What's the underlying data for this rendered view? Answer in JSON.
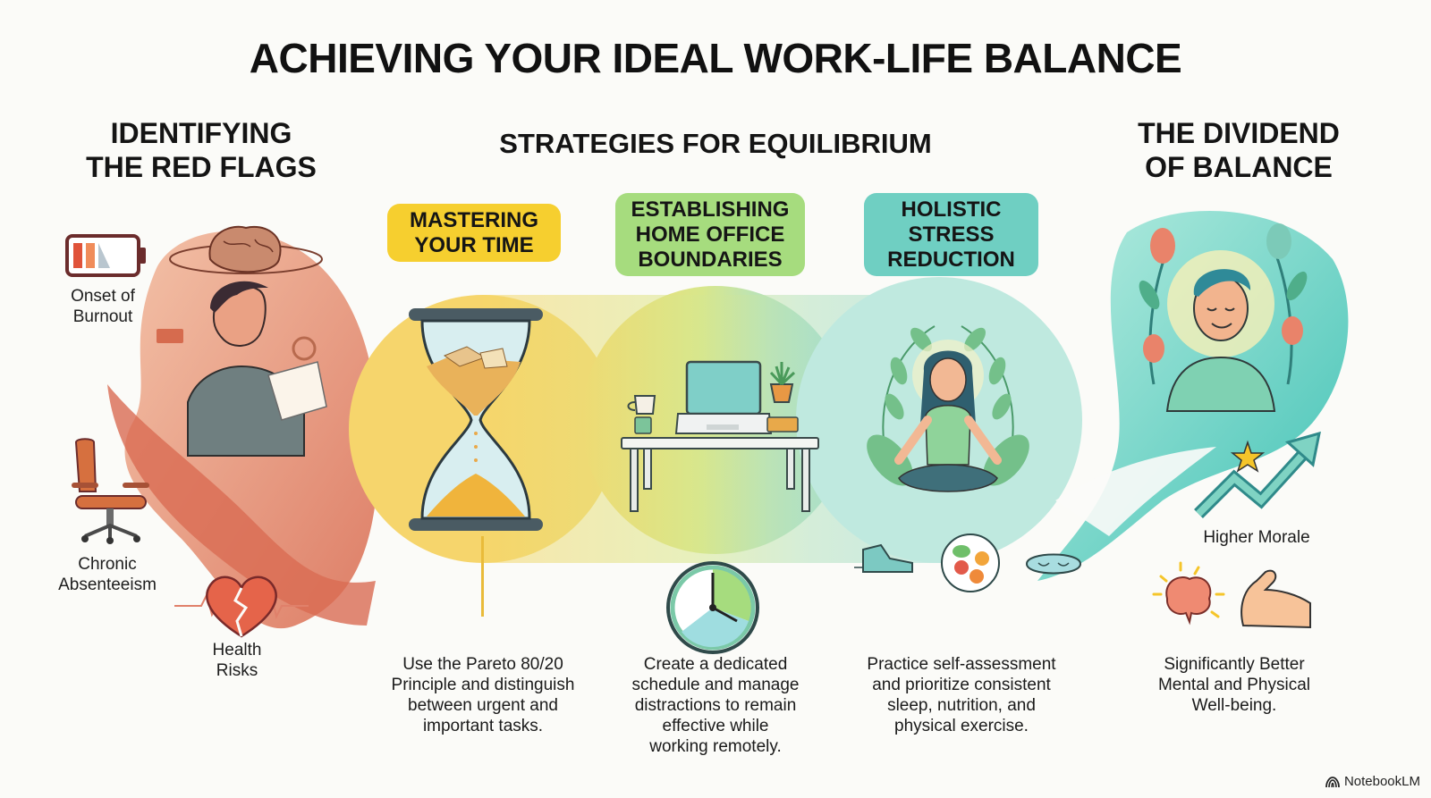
{
  "title": "ACHIEVING YOUR IDEAL WORK-LIFE BALANCE",
  "sections": {
    "red_flags": {
      "title": "IDENTIFYING\nTHE RED FLAGS",
      "items": [
        {
          "label": "Onset of\nBurnout",
          "icon": "low-battery-icon"
        },
        {
          "label": "Chronic\nAbsenteeism",
          "icon": "office-chair-icon"
        },
        {
          "label": "Health\nRisks",
          "icon": "broken-heart-icon"
        }
      ],
      "accent": "#e07a5f"
    },
    "strategies": {
      "title": "STRATEGIES FOR EQUILIBRIUM",
      "items": [
        {
          "heading": "MASTERING\nYOUR TIME",
          "color": "#f6cf2f",
          "icon": "hourglass-icon",
          "description": "Use the Pareto 80/20\nPrinciple and distinguish\nbetween urgent and\nimportant tasks."
        },
        {
          "heading": "ESTABLISHING\nHOME OFFICE\nBOUNDARIES",
          "color": "#a6dc7e",
          "icon": "desk-laptop-icon",
          "description": "Create a dedicated\nschedule and manage\ndistractions to remain\neffective while\nworking remotely."
        },
        {
          "heading": "HOLISTIC\nSTRESS\nREDUCTION",
          "color": "#6fcfc2",
          "icon": "meditation-icon",
          "description": "Practice self-assessment\nand prioritize consistent\nsleep, nutrition, and\nphysical exercise."
        }
      ]
    },
    "dividend": {
      "title": "THE DIVIDEND\nOF BALANCE",
      "items": [
        {
          "label": "Higher Morale",
          "icon": "upward-arrow-star-icon"
        },
        {
          "label": "Significantly Better\nMental and Physical\nWell-being.",
          "icon": "brain-muscle-icon"
        }
      ],
      "accent": "#3bbfb0"
    }
  },
  "branding": "NotebookLM"
}
